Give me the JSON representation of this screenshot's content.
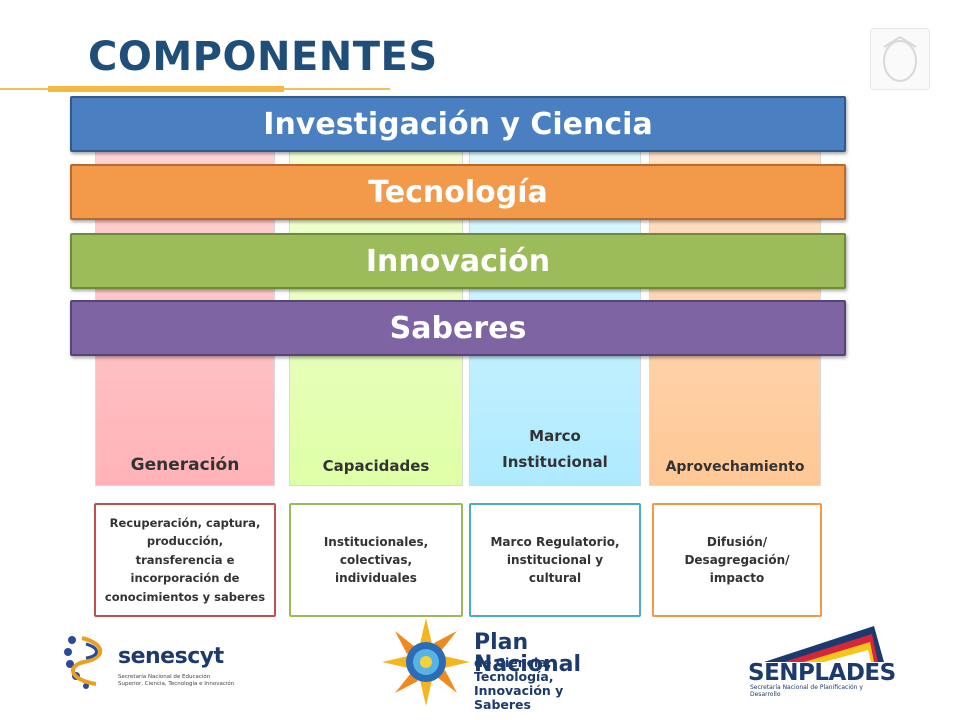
{
  "title": "COMPONENTES",
  "bands": {
    "investigacion": "Investigación y Ciencia",
    "tecnologia": "Tecnología",
    "innovacion": "Innovación",
    "saberes": "Saberes"
  },
  "columns": {
    "generacion": "Generación",
    "capacidades": "Capacidades",
    "marco_line1": "Marco",
    "marco_line2": "Institucional",
    "aprovechamiento": "Aprovechamiento"
  },
  "descriptions": {
    "generacion": "Recuperación, captura, producción, transferencia e incorporación de conocimientos y saberes",
    "capacidades": "Institucionales, colectivas, individuales",
    "marco": "Marco Regulatorio, institucional y cultural",
    "aprovechamiento": "Difusión/ Desagregación/ impacto"
  },
  "logos": {
    "senescyt_name": "senescyt",
    "senescyt_sub": "Secretaría Nacional de Educación Superior, Ciencia, Tecnología e Innovación",
    "plan_line1": "Plan Nacional",
    "plan_line2": "de Ciencia, Tecnología,",
    "plan_line3": "Innovación y Saberes",
    "senplades_name": "SENPLADES",
    "senplades_sub": "Secretaría Nacional de Planificación y Desarrollo"
  },
  "colors": {
    "title": "#1f4e79",
    "investigacion": "#4a80c2",
    "tecnologia": "#f39a4a",
    "innovacion": "#9cbb59",
    "saberes": "#7f64a3"
  }
}
